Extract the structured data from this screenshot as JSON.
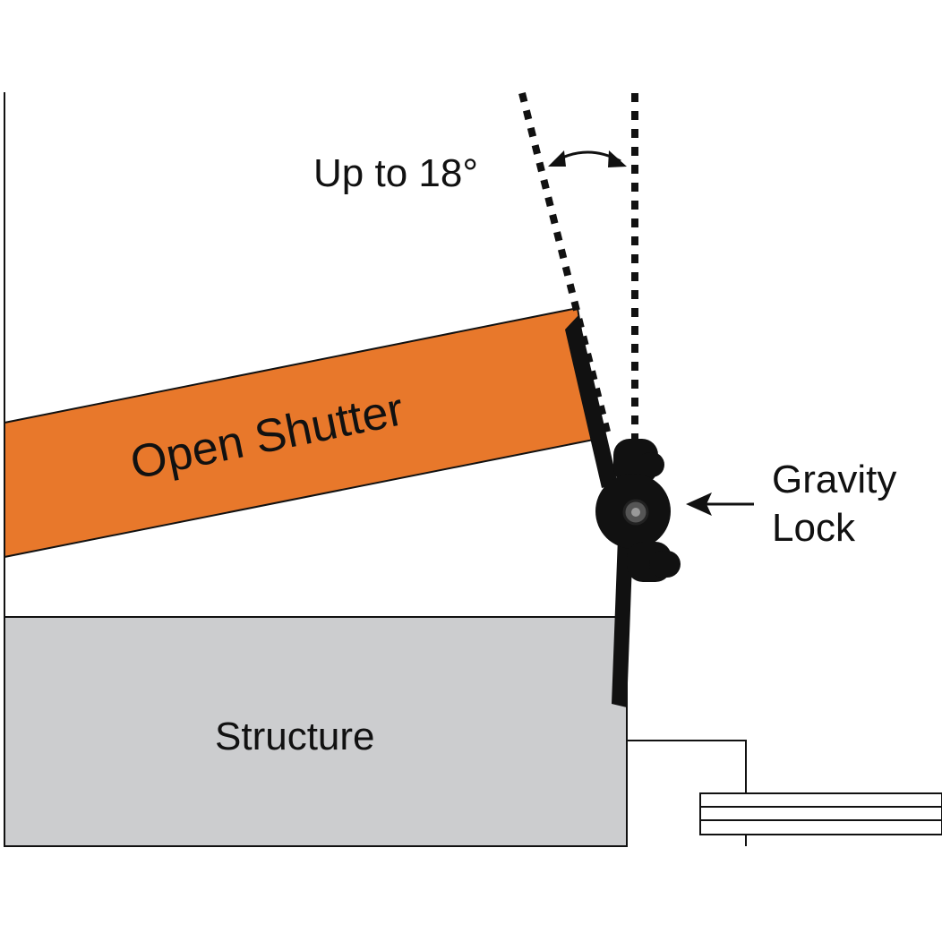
{
  "labels": {
    "angle": "Up to 18°",
    "shutter": "Open Shutter",
    "gravity_lock_line1": "Gravity",
    "gravity_lock_line2": "Lock",
    "structure": "Structure"
  },
  "colors": {
    "shutter_fill": "#E8782B",
    "structure_fill": "#CCCDCF",
    "stroke": "#111111",
    "background": "#FFFFFF"
  }
}
